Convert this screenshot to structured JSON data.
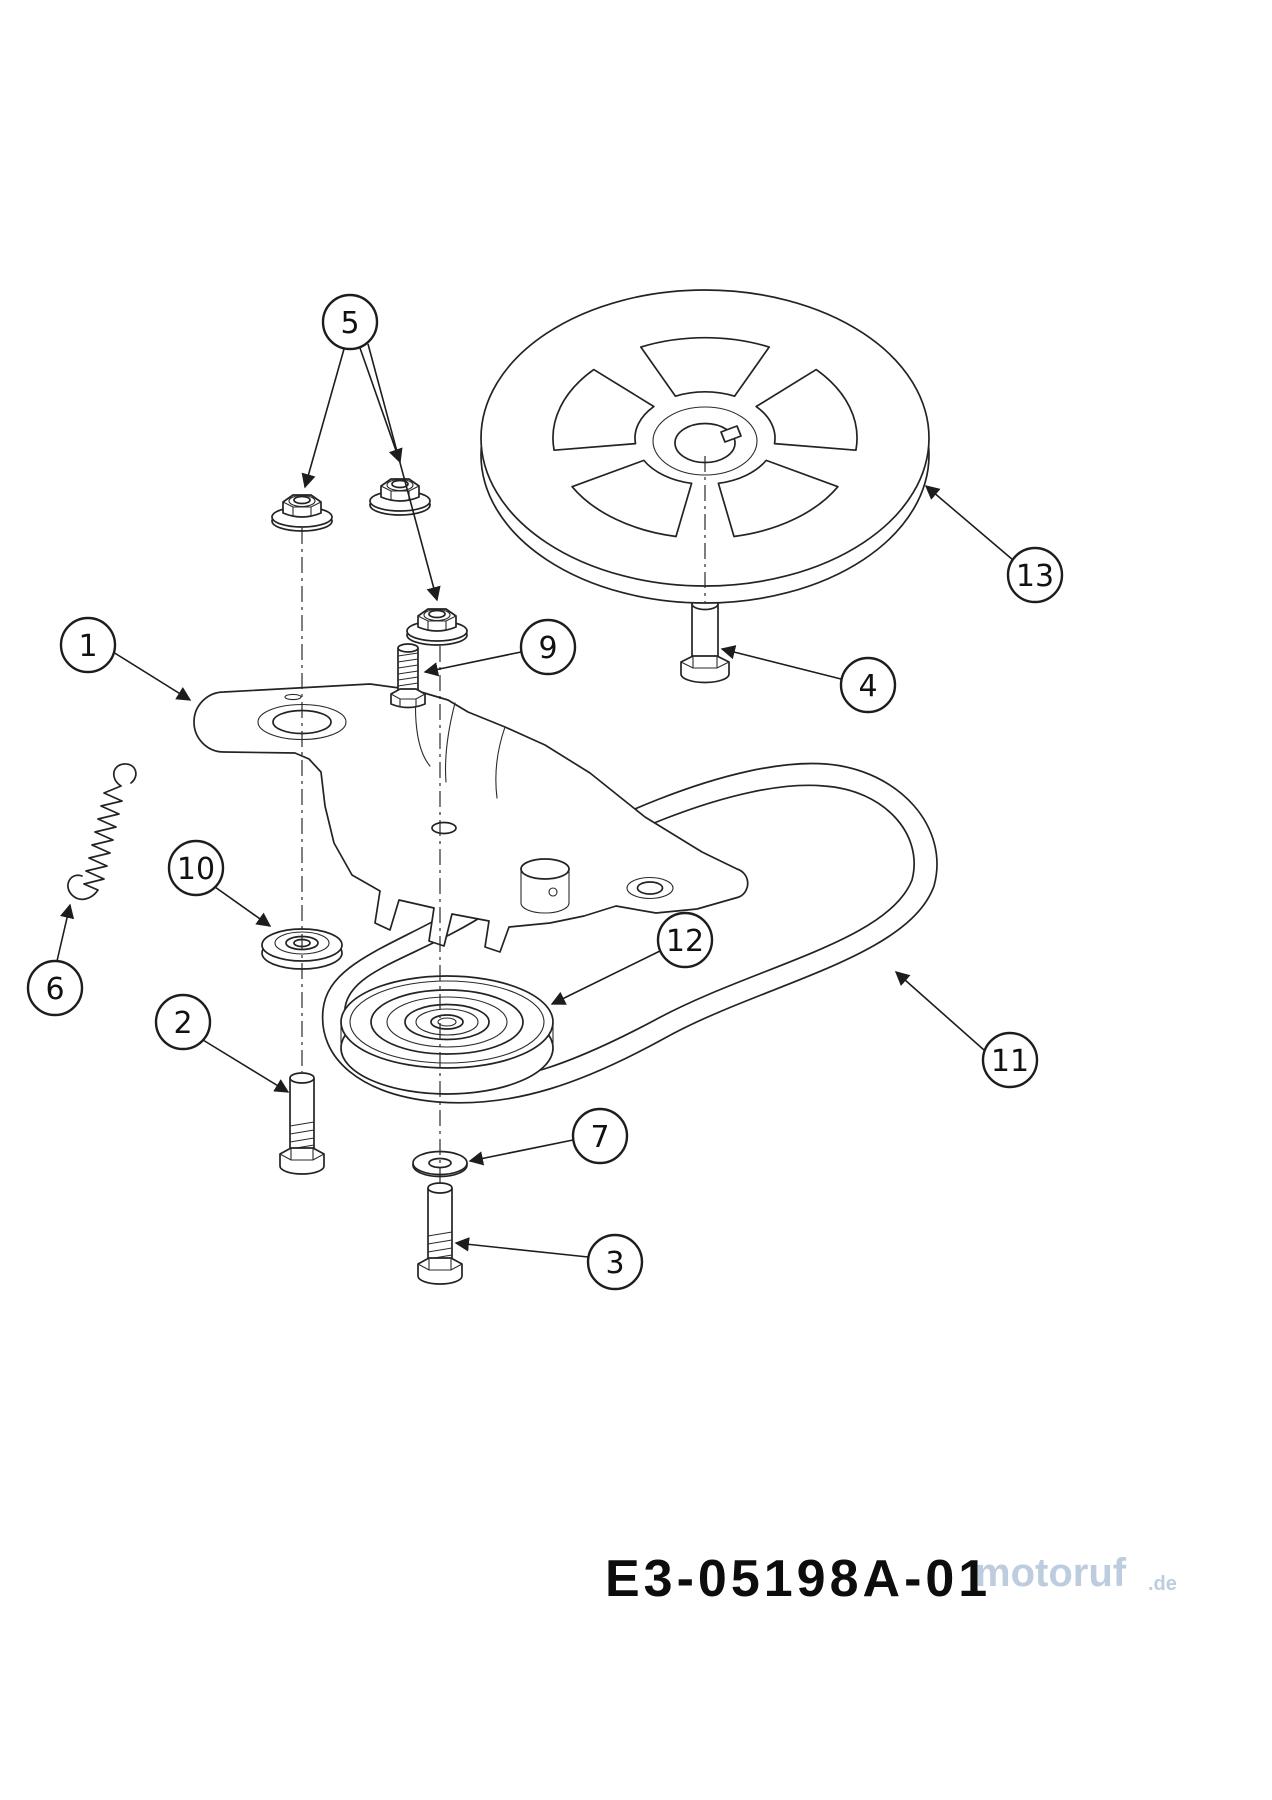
{
  "diagram": {
    "callouts": {
      "c1": "1",
      "c2": "2",
      "c3": "3",
      "c4": "4",
      "c5": "5",
      "c6": "6",
      "c7": "7",
      "c9": "9",
      "c10": "10",
      "c11": "11",
      "c12": "12",
      "c13": "13"
    },
    "footer": {
      "part_number": "E3-05198A-01",
      "watermark": "motoruf",
      "watermark_tld": ".de"
    },
    "colors": {
      "line": "#232323",
      "watermark": "#adc0d6"
    }
  }
}
